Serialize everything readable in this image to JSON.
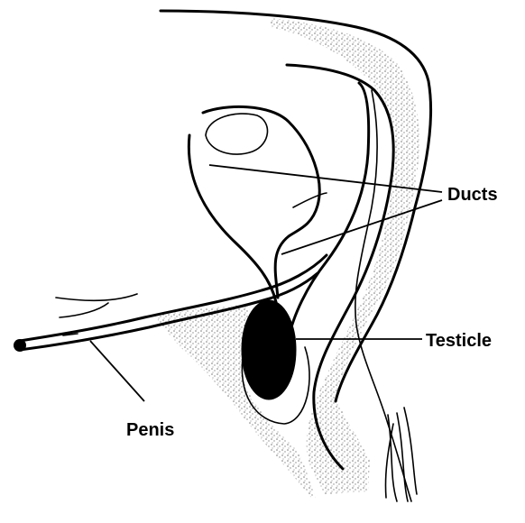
{
  "diagram": {
    "labels": {
      "ducts": "Ducts",
      "testicle": "Testicle",
      "penis": "Penis"
    },
    "colors": {
      "ink": "#000000",
      "stipple": "#9a9a9a",
      "paper": "#ffffff"
    }
  }
}
